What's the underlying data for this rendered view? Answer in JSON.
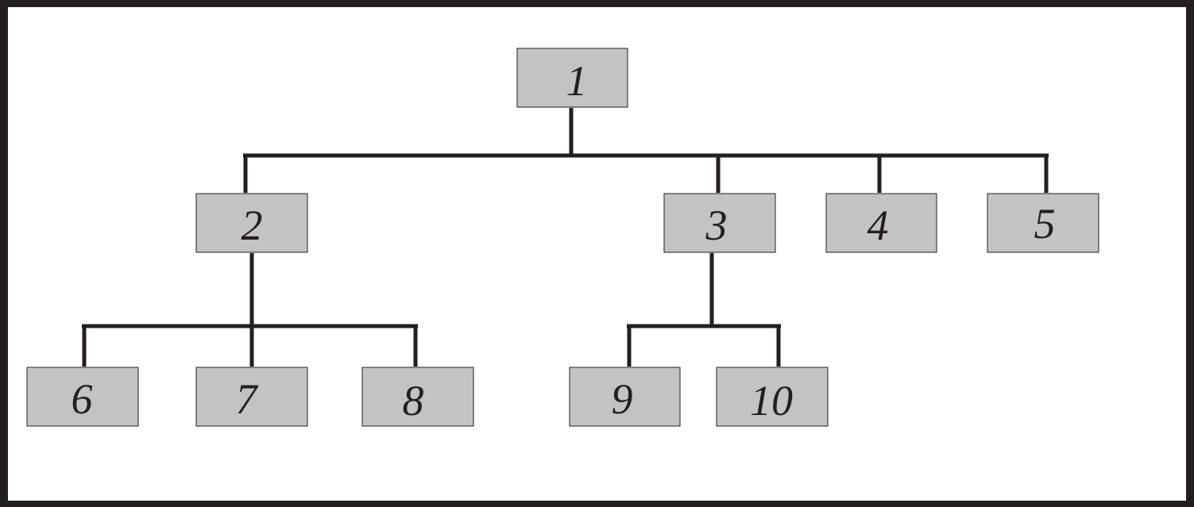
{
  "diagram": {
    "type": "tree",
    "nodes": [
      {
        "id": "1",
        "label": "1"
      },
      {
        "id": "2",
        "label": "2"
      },
      {
        "id": "3",
        "label": "3"
      },
      {
        "id": "4",
        "label": "4"
      },
      {
        "id": "5",
        "label": "5"
      },
      {
        "id": "6",
        "label": "6"
      },
      {
        "id": "7",
        "label": "7"
      },
      {
        "id": "8",
        "label": "8"
      },
      {
        "id": "9",
        "label": "9"
      },
      {
        "id": "10",
        "label": "10"
      }
    ],
    "edges": [
      {
        "from": "1",
        "to": "2"
      },
      {
        "from": "1",
        "to": "3"
      },
      {
        "from": "1",
        "to": "4"
      },
      {
        "from": "1",
        "to": "5"
      },
      {
        "from": "2",
        "to": "6"
      },
      {
        "from": "2",
        "to": "7"
      },
      {
        "from": "2",
        "to": "8"
      },
      {
        "from": "3",
        "to": "9"
      },
      {
        "from": "3",
        "to": "10"
      }
    ],
    "colors": {
      "box_fill": "#c3c3c3",
      "line": "#231f20",
      "frame": "#231f20",
      "background": "#ffffff"
    }
  }
}
